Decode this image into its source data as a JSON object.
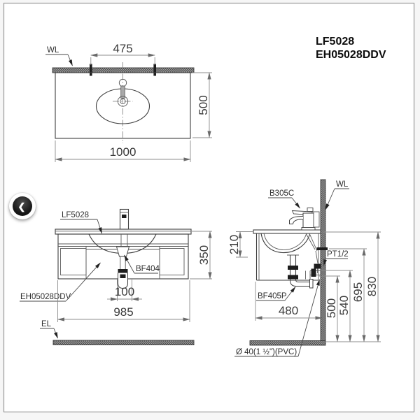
{
  "product": {
    "code_primary": "LF5028",
    "code_secondary": "EH05028DDV"
  },
  "nav": {
    "prev_icon": "❮"
  },
  "top_view": {
    "wall_label": "WL",
    "dim_faucet_spacing": "475",
    "dim_depth": "500",
    "dim_width": "1000"
  },
  "front_view": {
    "label_basin": "LF5028",
    "label_drain": "BF404",
    "label_cabinet": "EH05028DDV",
    "label_floor": "EL",
    "dim_height": "350",
    "dim_drain_offset": "100",
    "dim_width": "985"
  },
  "side_view": {
    "label_faucet": "B305C",
    "label_wall": "WL",
    "label_supply_thread": "PT1/2",
    "label_trap": "BF405P",
    "label_waste_pipe": "Ø 40(1 ½\")(PVC)",
    "dim_basin_depth": "210",
    "dim_counter_depth": "480",
    "dim_trap_height": "500",
    "dim_drain_height": "540",
    "dim_supply_height": "695",
    "dim_counter_height": "830"
  }
}
